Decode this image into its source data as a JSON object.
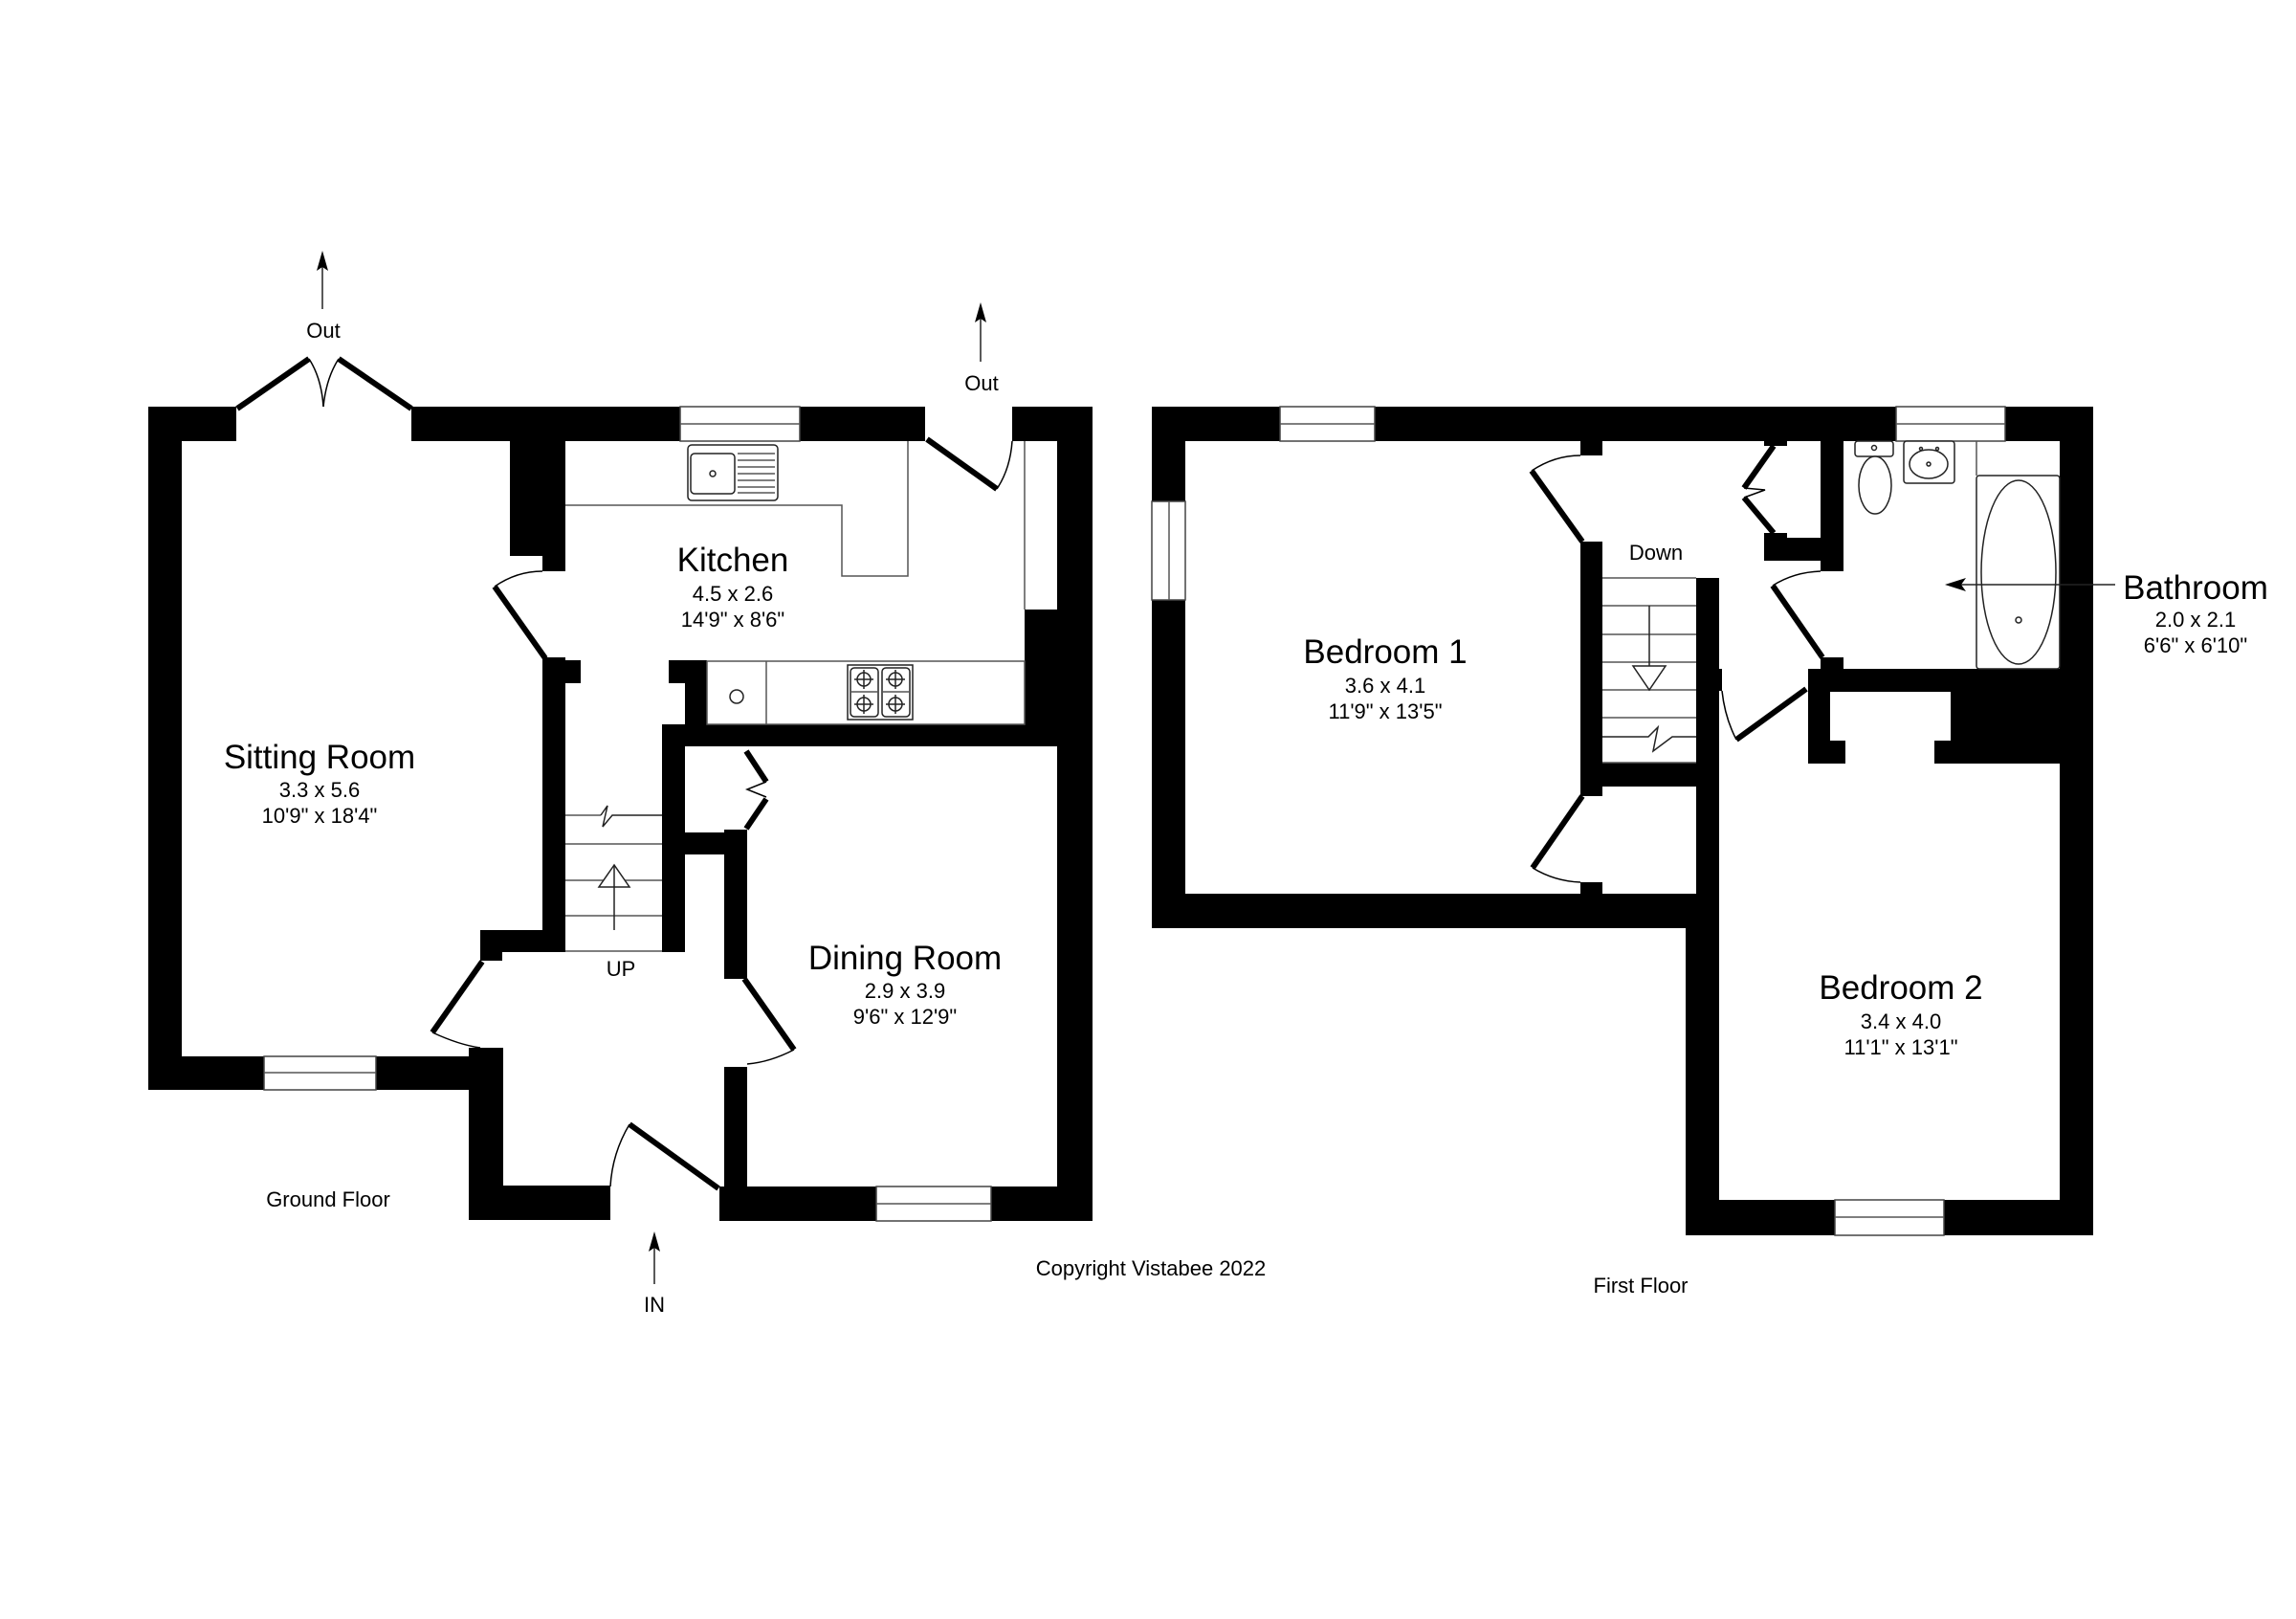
{
  "plan": {
    "copyright": "Copyright Vistabee 2022",
    "colors": {
      "wall": "#000000",
      "background": "#ffffff"
    }
  },
  "ground_floor": {
    "label": "Ground Floor",
    "markers": {
      "out_sitting": "Out",
      "out_kitchen": "Out",
      "in_entrance": "IN",
      "stairs_up": "UP"
    },
    "rooms": {
      "sitting_room": {
        "name": "Sitting Room",
        "metric": "3.3 x 5.6",
        "imperial": "10'9\" x 18'4\""
      },
      "kitchen": {
        "name": "Kitchen",
        "metric": "4.5 x 2.6",
        "imperial": "14'9\" x 8'6\""
      },
      "dining_room": {
        "name": "Dining Room",
        "metric": "2.9 x 3.9",
        "imperial": "9'6\" x 12'9\""
      }
    }
  },
  "first_floor": {
    "label": "First Floor",
    "markers": {
      "stairs_down": "Down"
    },
    "rooms": {
      "bedroom_1": {
        "name": "Bedroom 1",
        "metric": "3.6 x 4.1",
        "imperial": "11'9\" x 13'5\""
      },
      "bedroom_2": {
        "name": "Bedroom 2",
        "metric": "3.4 x 4.0",
        "imperial": "11'1\" x 13'1\""
      },
      "bathroom": {
        "name": "Bathroom",
        "metric": "2.0 x 2.1",
        "imperial": "6'6\" x 6'10\""
      }
    }
  },
  "icons": {
    "sink": "kitchen-sink-icon",
    "hob": "gas-hob-icon",
    "oven": "oven-icon",
    "toilet": "toilet-icon",
    "basin": "wash-basin-icon",
    "bath": "bathtub-icon",
    "stairs": "staircase-icon",
    "door": "door-swing-icon",
    "window": "window-icon",
    "arrow": "direction-arrow-icon"
  }
}
